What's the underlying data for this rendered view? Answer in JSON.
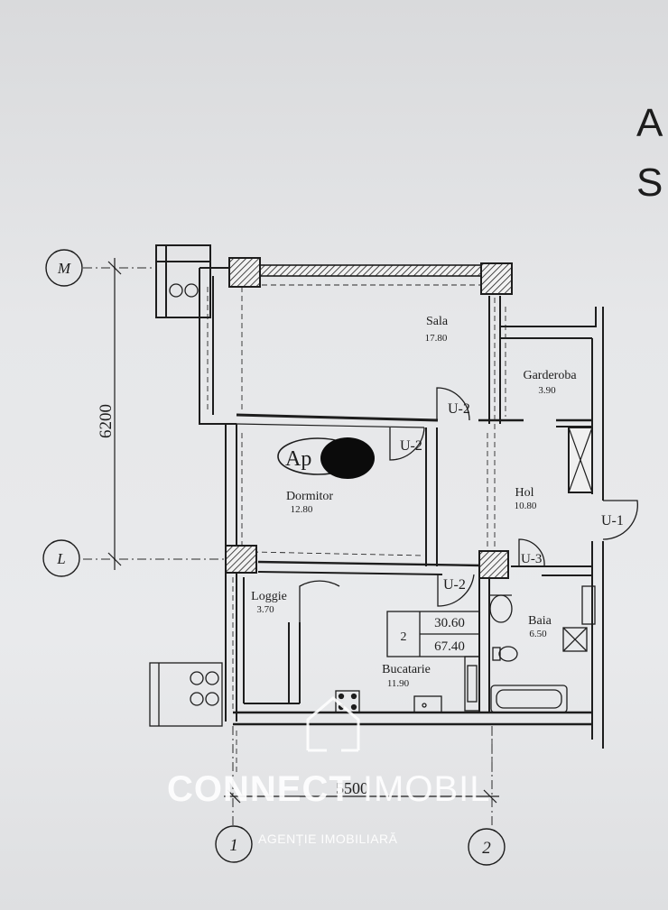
{
  "corner_text": [
    "A",
    "S"
  ],
  "axes": {
    "M": "M",
    "L": "L",
    "one": "1",
    "two": "2"
  },
  "dimensions": {
    "vertical": "6200",
    "horizontal": "5500"
  },
  "apartment_label": "Ap",
  "rooms": [
    {
      "id": "sala",
      "name": "Sala",
      "area": "17.80"
    },
    {
      "id": "garderoba",
      "name": "Garderoba",
      "area": "3.90"
    },
    {
      "id": "dormitor",
      "name": "Dormitor",
      "area": "12.80"
    },
    {
      "id": "hol",
      "name": "Hol",
      "area": "10.80"
    },
    {
      "id": "loggie",
      "name": "Loggie",
      "area": "3.70"
    },
    {
      "id": "baia",
      "name": "Baia",
      "area": "6.50"
    },
    {
      "id": "bucatarie",
      "name": "Bucatarie",
      "area": "11.90"
    }
  ],
  "doors": {
    "u2_sala": "U-2",
    "u2_dormitor": "U-2",
    "u1": "U-1",
    "u3": "U-3",
    "u2_bucatarie": "U-2"
  },
  "summary_table": {
    "rooms": "2",
    "living_area": "30.60",
    "total_area": "67.40"
  },
  "watermark": {
    "brand_bold": "CONNECT",
    "brand_light": " IMOBIL",
    "subtitle": "AGENȚIE IMOBILIARĂ"
  },
  "colors": {
    "line": "#1d1d1d",
    "paper": "#e6e7e9",
    "watermark": "#ffffff"
  }
}
